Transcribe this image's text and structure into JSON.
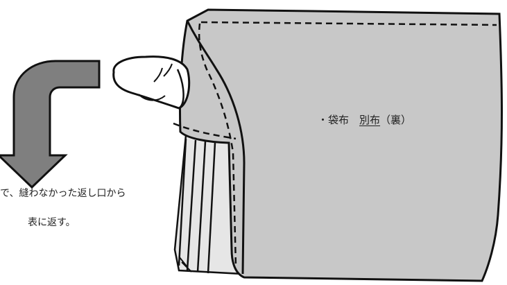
{
  "colors": {
    "fabric_fill": "#c8c8c8",
    "fabric_light": "#e6e6e6",
    "outline": "#111111",
    "arrow_fill": "#7f7f7f",
    "text": "#222222"
  },
  "labels": {
    "bag_prefix": "・袋布",
    "bag_part": "別布",
    "bag_suffix": "（裏）"
  },
  "instructions": {
    "line1": "で、縫わなかった返し口から",
    "line2": "表に返す。"
  }
}
